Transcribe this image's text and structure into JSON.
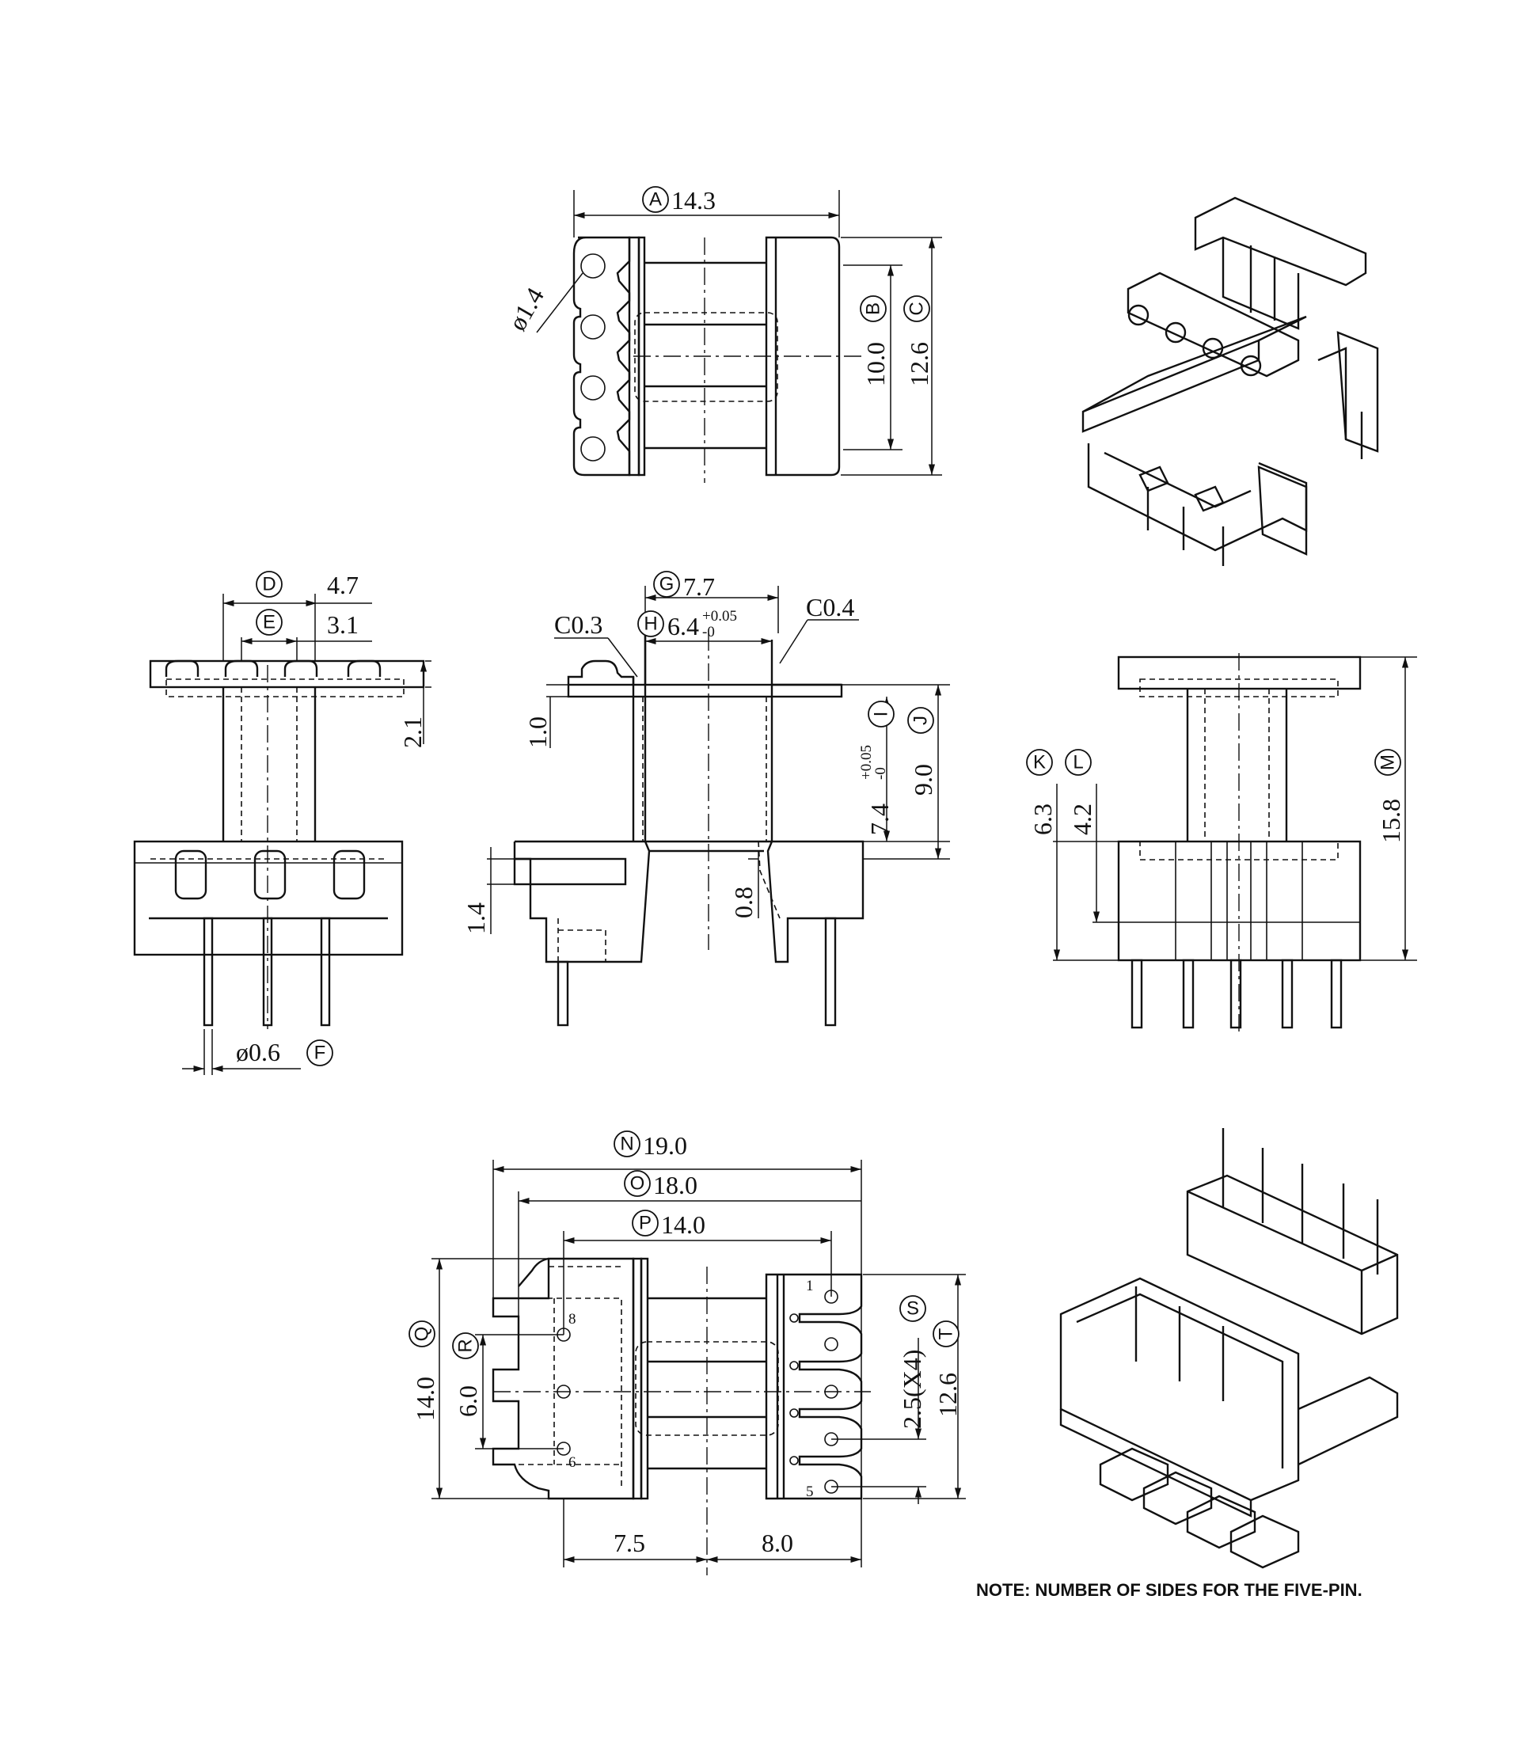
{
  "dimensions": {
    "A": {
      "letter": "A",
      "value": "14.3"
    },
    "B": {
      "letter": "B",
      "value": "10.0"
    },
    "C": {
      "letter": "C",
      "value": "12.6"
    },
    "pin_hole": "ø1.4",
    "D": {
      "letter": "D",
      "value": "4.7"
    },
    "E": {
      "letter": "E",
      "value": "3.1"
    },
    "flange_h": "2.1",
    "F": {
      "letter": "F",
      "value": "ø0.6"
    },
    "G": {
      "letter": "G",
      "value": "7.7"
    },
    "H": {
      "letter": "H",
      "value": "6.4",
      "tol_upper": "+0.05",
      "tol_lower": "-0"
    },
    "chamfer_left": "C0.3",
    "chamfer_right": "C0.4",
    "top_flange": "1.0",
    "I": {
      "letter": "I",
      "value": "7.4",
      "tol_upper": "+0.05",
      "tol_lower": "-0"
    },
    "J": {
      "letter": "J",
      "value": "9.0"
    },
    "step": "1.4",
    "slot": "0.8",
    "K": {
      "letter": "K",
      "value": "6.3"
    },
    "L": {
      "letter": "L",
      "value": "4.2"
    },
    "M": {
      "letter": "M",
      "value": "15.8"
    },
    "N": {
      "letter": "N",
      "value": "19.0"
    },
    "O": {
      "letter": "O",
      "value": "18.0"
    },
    "P": {
      "letter": "P",
      "value": "14.0"
    },
    "Q": {
      "letter": "Q",
      "value": "14.0"
    },
    "R": {
      "letter": "R",
      "value": "6.0"
    },
    "S": {
      "letter": "S",
      "value": "2.5(X4)"
    },
    "T": {
      "letter": "T",
      "value": "12.6"
    },
    "bottom_left": "7.5",
    "bottom_right": "8.0"
  },
  "pin_numbers": [
    "1",
    "5",
    "6",
    "8"
  ],
  "note": "NOTE: NUMBER OF SIDES FOR THE FIVE-PIN."
}
